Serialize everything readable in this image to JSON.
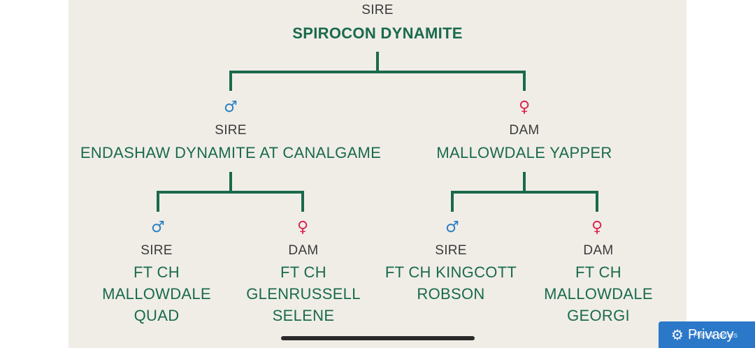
{
  "root": {
    "role": "SIRE",
    "name": [
      "SPIROCON DYNAMITE"
    ]
  },
  "generation1": [
    {
      "gender": "male",
      "gender_icon": "male-symbol",
      "role": "SIRE",
      "name": [
        "ENDASHAW DYNAMITE AT CANALGAME"
      ]
    },
    {
      "gender": "female",
      "gender_icon": "female-symbol",
      "role": "DAM",
      "name": [
        "MALLOWDALE YAPPER"
      ]
    }
  ],
  "generation2": [
    {
      "gender": "male",
      "gender_icon": "male-symbol",
      "role": "SIRE",
      "name": [
        "FT CH",
        "MALLOWDALE",
        "QUAD"
      ]
    },
    {
      "gender": "female",
      "gender_icon": "female-symbol",
      "role": "DAM",
      "name": [
        "FT CH",
        "GLENRUSSELL",
        "SELENE"
      ]
    },
    {
      "gender": "male",
      "gender_icon": "male-symbol",
      "role": "SIRE",
      "name": [
        "FT CH KINGCOTT",
        "ROBSON"
      ]
    },
    {
      "gender": "female",
      "gender_icon": "female-symbol",
      "role": "DAM",
      "name": [
        "FT CH",
        "MALLOWDALE",
        "GEORGI"
      ]
    }
  ],
  "privacy": {
    "label": "Privacy",
    "icon": "gear-icon",
    "brand": "Pets4Homes"
  },
  "colors": {
    "panel": "#f0ede7",
    "line": "#1a6a4c",
    "name": "#1a6a4c",
    "male": "#2a7fc4",
    "female": "#d9254f",
    "privacy": "#2c78c8"
  }
}
